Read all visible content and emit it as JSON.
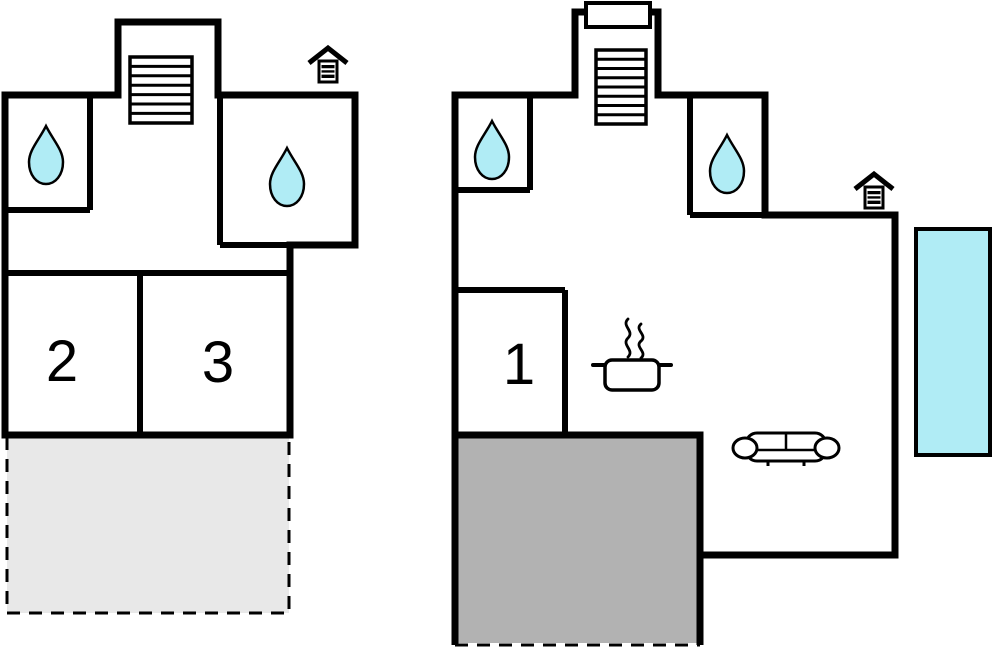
{
  "colors": {
    "wall": "#000000",
    "water_fill": "#b0ecf5",
    "pool_fill": "#b0ecf5",
    "terrace_light_fill": "#e8e8e8",
    "terrace_dark_fill": "#b2b2b2",
    "background": "#ffffff"
  },
  "floor_left": {
    "rooms": [
      {
        "label": "2"
      },
      {
        "label": "3"
      }
    ],
    "icons": [
      "staircase",
      "fireplace",
      "water-drop",
      "water-drop"
    ],
    "terrace": {
      "style": "dashed-outline-light-gray"
    }
  },
  "floor_right": {
    "rooms": [
      {
        "label": "1"
      }
    ],
    "icons": [
      "staircase",
      "entrance",
      "fireplace",
      "water-drop",
      "water-drop",
      "stove",
      "sofa",
      "pool"
    ],
    "terrace": {
      "style": "solid-dark-gray-dashed-bottom"
    }
  }
}
